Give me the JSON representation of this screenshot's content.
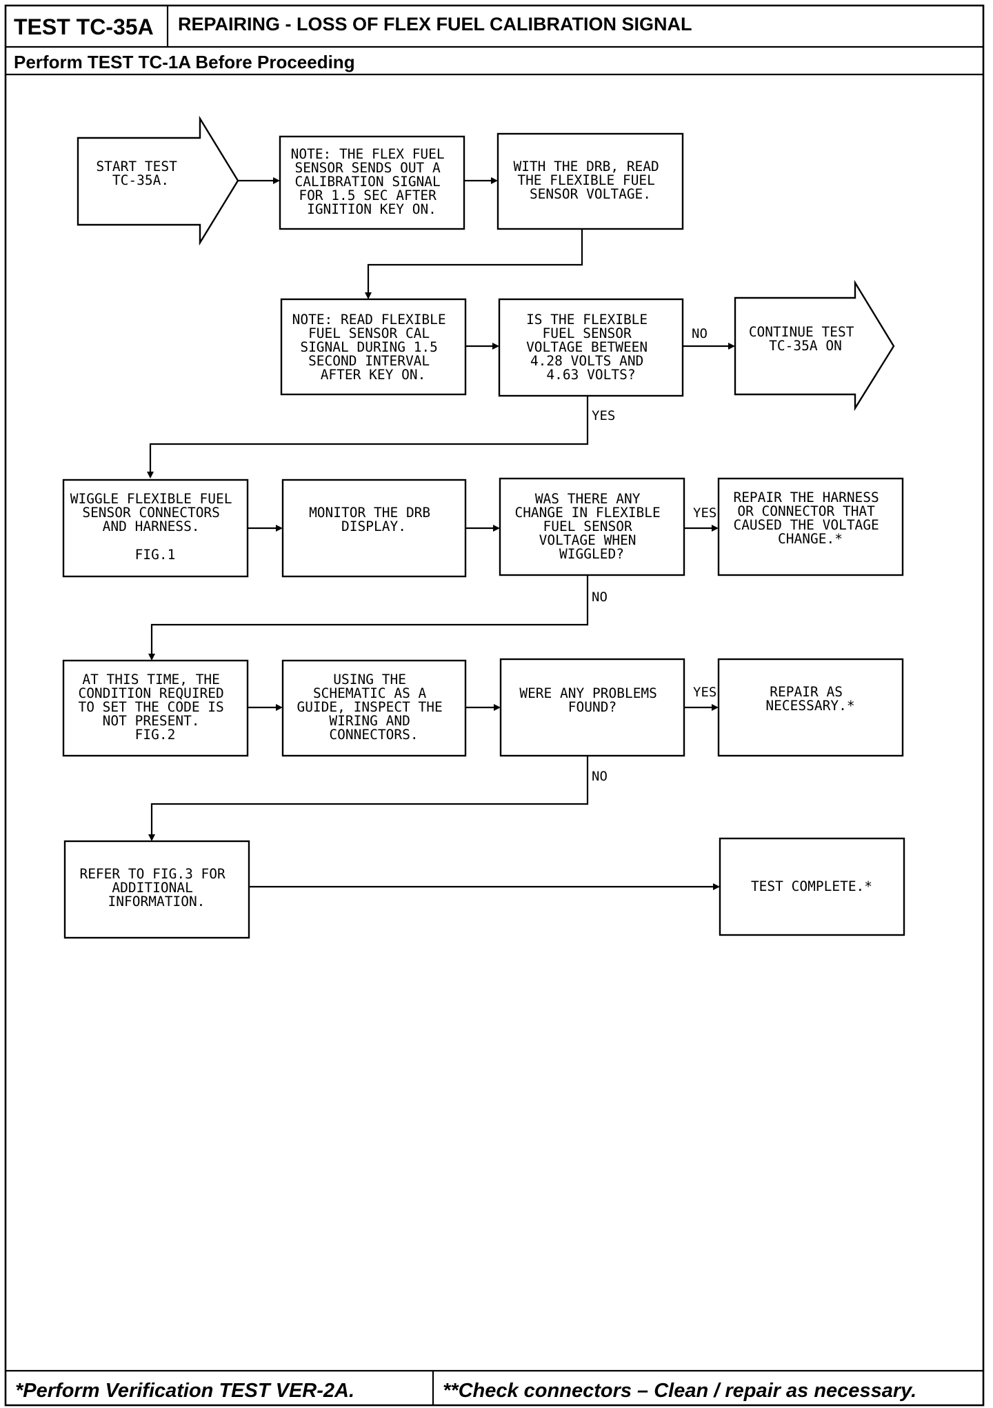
{
  "header": {
    "test_id": "TEST TC-35A",
    "title": "REPAIRING - LOSS OF FLEX FUEL CALIBRATION SIGNAL",
    "subtitle": "Perform TEST TC-1A Before Proceeding"
  },
  "footer": {
    "left": "*Perform Verification TEST VER-2A.",
    "right": "**Check connectors – Clean / repair as necessary."
  },
  "flow": {
    "start": [
      "START TEST",
      "TC-35A."
    ],
    "note1": [
      "NOTE: THE FLEX FUEL",
      "SENSOR SENDS OUT A",
      "CALIBRATION SIGNAL",
      "FOR 1.5 SEC AFTER",
      "IGNITION KEY ON."
    ],
    "read_voltage": [
      "WITH THE DRB, READ",
      "THE FLEXIBLE FUEL",
      "SENSOR VOLTAGE."
    ],
    "note2": [
      "NOTE: READ FLEXIBLE",
      "FUEL SENSOR CAL",
      "SIGNAL DURING 1.5",
      "SECOND INTERVAL",
      "AFTER KEY ON."
    ],
    "is_voltage": [
      "IS THE FLEXIBLE",
      "FUEL SENSOR",
      "VOLTAGE BETWEEN",
      "4.28 VOLTS AND",
      "4.63 VOLTS?"
    ],
    "continue": [
      "CONTINUE TEST",
      "TC-35A ON"
    ],
    "wiggle": [
      "WIGGLE FLEXIBLE FUEL",
      "SENSOR CONNECTORS",
      "AND HARNESS.",
      "",
      "FIG.1"
    ],
    "monitor": [
      "MONITOR THE DRB",
      "DISPLAY."
    ],
    "was_change": [
      "WAS THERE ANY",
      "CHANGE IN FLEXIBLE",
      "FUEL SENSOR",
      "VOLTAGE WHEN",
      "WIGGLED?"
    ],
    "repair_harness": [
      "REPAIR THE HARNESS",
      "OR CONNECTOR THAT",
      "CAUSED THE VOLTAGE",
      "CHANGE.*"
    ],
    "at_this_time": [
      "AT THIS TIME, THE",
      "CONDITION REQUIRED",
      "TO SET THE CODE IS",
      "NOT PRESENT.",
      "FIG.2"
    ],
    "using_schematic": [
      "USING THE",
      "SCHEMATIC AS A",
      "GUIDE, INSPECT THE",
      "WIRING AND",
      "CONNECTORS."
    ],
    "any_problems": [
      "WERE ANY PROBLEMS",
      "FOUND?"
    ],
    "repair_necessary": [
      "REPAIR AS",
      "NECESSARY.*"
    ],
    "refer_fig3": [
      "REFER TO FIG.3 FOR",
      "ADDITIONAL",
      "INFORMATION."
    ],
    "test_complete": [
      "TEST COMPLETE.*"
    ]
  },
  "labels": {
    "no_1": "NO",
    "yes_1": "YES",
    "yes_2": "YES",
    "no_2": "NO",
    "yes_3": "YES",
    "no_3": "NO"
  }
}
